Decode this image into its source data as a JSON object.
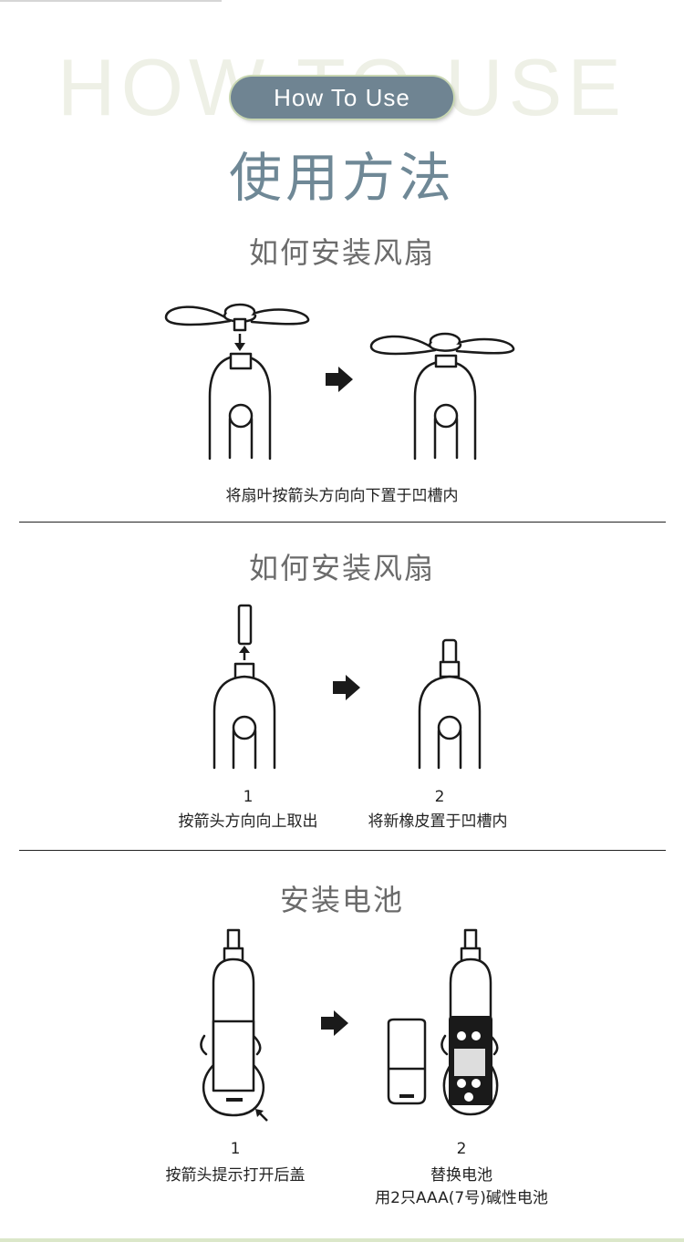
{
  "header": {
    "bg_title": "HOW TO USE",
    "pill_label": "How To Use",
    "main_title": "使用方法"
  },
  "section1": {
    "title": "如何安装风扇",
    "caption": "将扇叶按箭头方向向下置于凹槽内"
  },
  "section2": {
    "title": "如何安装风扇",
    "step1_num": "1",
    "step1_text": "按箭头方向向上取出",
    "step2_num": "2",
    "step2_text": "将新橡皮置于凹槽内"
  },
  "section3": {
    "title": "安装电池",
    "step1_num": "1",
    "step1_text": "按箭头提示打开后盖",
    "step2_num": "2",
    "step2_line1": "替换电池",
    "step2_line2": "用2只AAA(7号)碱性电池"
  },
  "icons": [
    "down-arrow-icon",
    "right-arrow-icon",
    "up-arrow-icon"
  ]
}
